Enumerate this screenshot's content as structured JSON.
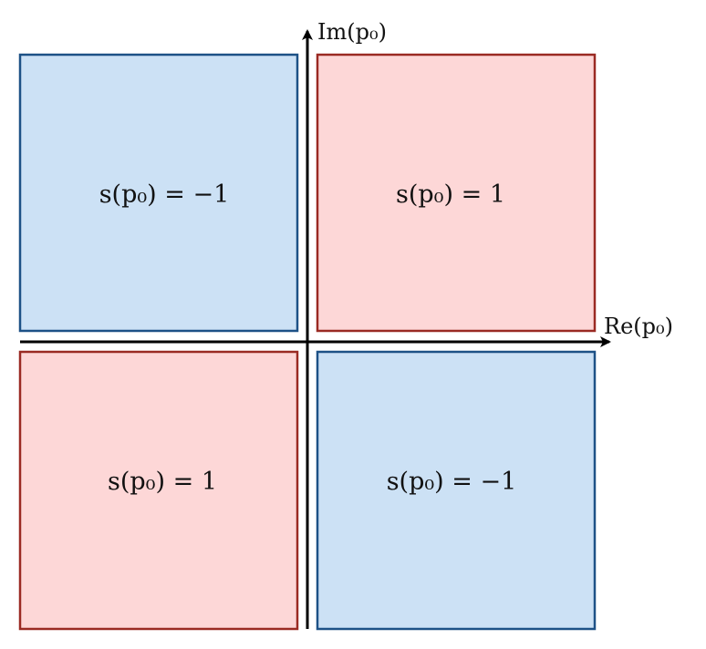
{
  "axes": {
    "x_label": "Re(p₀)",
    "y_label": "Im(p₀)"
  },
  "quadrants": {
    "top_left": {
      "label": "s(p₀) = −1",
      "sign": -1
    },
    "top_right": {
      "label": "s(p₀) = 1",
      "sign": 1
    },
    "bottom_left": {
      "label": "s(p₀) = 1",
      "sign": 1
    },
    "bottom_right": {
      "label": "s(p₀) = −1",
      "sign": -1
    }
  },
  "colors": {
    "negative_fill": "#cce1f5",
    "negative_stroke": "#1d5186",
    "positive_fill": "#fdd7d7",
    "positive_stroke": "#9a2a23",
    "axis": "#000000"
  }
}
